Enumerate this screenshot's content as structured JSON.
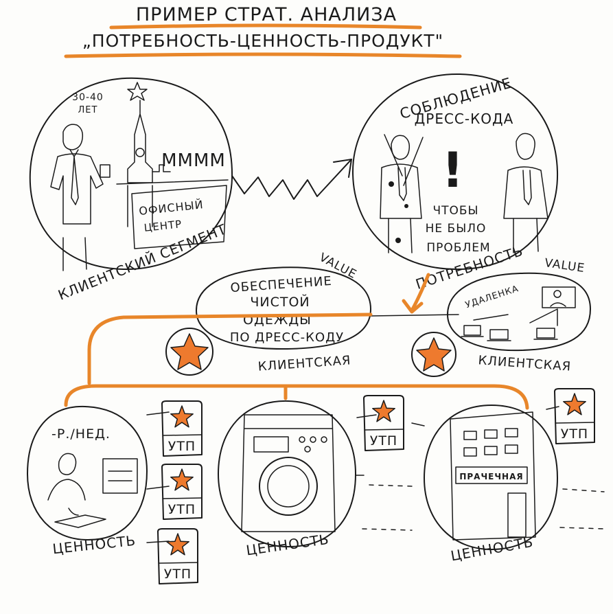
{
  "title": {
    "line1": "ПРИМЕР   СТРАТ.  АНАЛИЗА",
    "line2": "„ПОТРЕБНОСТЬ-ЦЕННОСТЬ-ПРОДУКТ\""
  },
  "segment": {
    "age": "30-40",
    "age_unit": "ЛЕТ",
    "building_letters": "ММММ",
    "office_line1": "ОФИСНЫЙ",
    "office_line2": "ЦЕНТР",
    "caption": "КЛИЕНТСКИЙ СЕГМЕНТ"
  },
  "need": {
    "title_line1": "СОБЛЮДЕНИЕ",
    "title_line2": "ДРЕСС-КОДА",
    "exclamation": "!",
    "text_line1": "ЧТОБЫ",
    "text_line2": "НЕ БЫЛО",
    "text_line3": "ПРОБЛЕМ",
    "caption": "ПОТРЕБНОСТЬ"
  },
  "value_left": {
    "label": "VALUE",
    "line1": "ОБЕСПЕЧЕНИЕ",
    "line2": "ЧИСТОЙ",
    "line3": "ОДЕЖДЫ",
    "line4": "ПО ДРЕСС-КОДУ",
    "caption": "КЛИЕНТСКАЯ"
  },
  "value_right": {
    "label": "VALUE",
    "text": "УДАЛЕНКА",
    "caption": "КЛИЕНТСКАЯ"
  },
  "values": [
    {
      "caption": "ЦЕННОСТЬ",
      "price": "-Р./НЕД."
    },
    {
      "caption": "ЦЕННОСТЬ"
    },
    {
      "caption": "ЦЕННОСТЬ",
      "sign": "ПРАЧЕЧНАЯ"
    }
  ],
  "usp_label": "УТП",
  "colors": {
    "accent": "#e8862a",
    "star": "#ee7a2e",
    "ink": "#1a1a1a"
  }
}
